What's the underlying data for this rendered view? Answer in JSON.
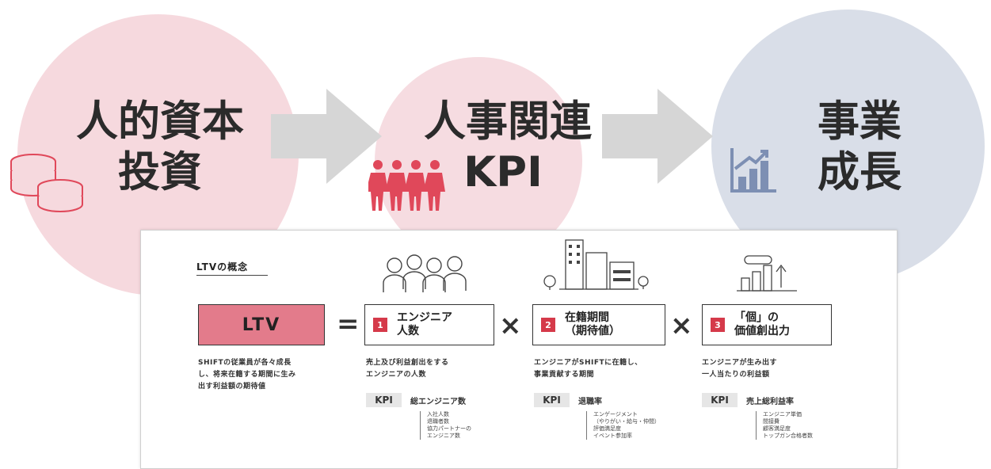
{
  "flow": {
    "step1": "人的資本\n投資",
    "step2": "人事関連\nKPI",
    "step3": "事業\n成長"
  },
  "icons": {
    "coins": "coins-icon",
    "people": "people-icon",
    "chart": "bar-chart-icon",
    "arrow": "arrow-right-icon"
  },
  "colors": {
    "pink_circle": "#f6d9de",
    "blue_circle": "#d9dee8",
    "accent": "#d53a4a",
    "ltv_fill": "#e37b8b"
  },
  "panel": {
    "title": "LTVの概念",
    "ltv_label": "LTV",
    "equals": "=",
    "times": "×",
    "ltv_desc": "SHIFTの従業員が各々成長\nし、将来在籍する期間に生み\n出す利益額の期待値",
    "kpi_label": "KPI",
    "factors": [
      {
        "num": "1",
        "label": "エンジニア\n人数",
        "desc": "売上及び利益創出をする\nエンジニアの人数",
        "kpi": "総エンジニア数",
        "sub": "入社人数\n退職者数\n協力パートナーの\nエンジニア数"
      },
      {
        "num": "2",
        "label": "在籍期間\n（期待値）",
        "desc": "エンジニアがSHIFTに在籍し、\n事業貢献する期間",
        "kpi": "退職率",
        "sub": "エンゲージメント\n（やりがい・給与・仲間）\n評価満足度\nイベント参加率"
      },
      {
        "num": "3",
        "label": "「個」の\n価値創出力",
        "desc": "エンジニアが生み出す\n一人当たりの利益額",
        "kpi": "売上総利益率",
        "sub": "エンジニア単価\n間接費\n顧客満足度\nトップガン合格者数"
      }
    ]
  }
}
